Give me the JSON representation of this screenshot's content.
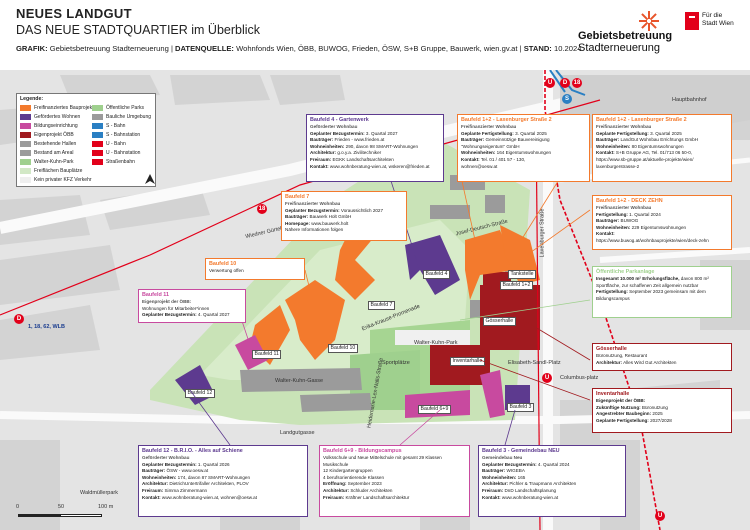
{
  "header": {
    "title": "NEUES LANDGUT",
    "subtitle": "DAS NEUE STADTQUARTIER im Überblick",
    "credit_grafik_label": "GRAFIK:",
    "credit_grafik_value": "Gebietsbetreuung Stadterneuerung",
    "credit_quelle_label": "DATENQUELLE:",
    "credit_quelle_value": "Wohnfonds Wien, ÖBB, BUWOG, Frieden, ÖSW, S+B Gruppe, Bauwerk, wien.gv.at",
    "credit_stand_label": "STAND:",
    "credit_stand_value": "10.2024"
  },
  "logo": {
    "line1": "Gebietsbetreuung",
    "line2": "Stadterneuerung",
    "city_line1": "Für die",
    "city_line2": "Stadt Wien"
  },
  "colors": {
    "frei": "#f37a2d",
    "gefoerdert": "#5d3a8f",
    "bildung": "#c84a9f",
    "oebb": "#a11a1f",
    "bestand": "#9b9b9b",
    "park": "#9fd08e",
    "freiflaechen": "#d2e8c6",
    "fahrverkehr": "#efefef",
    "sbahn": "#2a7fc3",
    "ubahn": "#e2001a",
    "strab": "#e2001a"
  },
  "legend": {
    "title": "Legende:",
    "col1": [
      {
        "label": "Freifinanziertes Bauprojekt",
        "key": "frei"
      },
      {
        "label": "Gefördertes Wohnen",
        "key": "gefoerdert"
      },
      {
        "label": "Bildungseinrichtung",
        "key": "bildung"
      },
      {
        "label": "Eigenprojekt ÖBB",
        "key": "oebb"
      },
      {
        "label": "Bestehende Hallen",
        "key": "bestand"
      },
      {
        "label": "Bestand am Areal",
        "key": "bestand"
      },
      {
        "label": "Walter-Kuhn-Park",
        "key": "park"
      },
      {
        "label": "Freiflächen Bauplätze",
        "key": "freiflaechen"
      },
      {
        "label": "Kein privater KFZ Verkehr",
        "key": "fahrverkehr"
      }
    ],
    "col2": [
      {
        "label": "Öffentliche Parks",
        "key": "park"
      },
      {
        "label": "Bauliche Umgebung",
        "key": "bestand"
      },
      {
        "label": "S - Bahn",
        "key": "sbahn"
      },
      {
        "label": "S - Bahnstation",
        "key": "sbahn"
      },
      {
        "label": "U - Bahn",
        "key": "ubahn"
      },
      {
        "label": "U - Bahnstation",
        "key": "ubahn"
      },
      {
        "label": "Straßenbahn",
        "key": "strab"
      }
    ]
  },
  "map_labels": {
    "hauptbahnhof": "Hauptbahnhof",
    "wiedner_guertel": "Wiedner Gürtel",
    "laxenburger": "Laxenburger Straße",
    "josef_deutsch": "Josef-Deutsch-Straße",
    "walter_kuhn_gasse": "Walter-Kuhn-Gasse",
    "helene_klein": "Heidemarie-Lex-Nalis-Straße",
    "favoritner_platz": "Erika-Krause-Promenade",
    "elisabeth": "Elisabeth-Sandl-Platz",
    "landgutgasse": "Landgutgasse",
    "columbus": "Columbus-platz",
    "waldmuellerpark": "Waldmüllerpark",
    "sportplaetze": "Sportplätze",
    "walter_kuhn_park": "Walter-Kuhn-Park",
    "tram_line": "18",
    "tram_lines": "1, 18, 62, WLB",
    "tram_d": "D",
    "s_label": "S",
    "u_label": "U"
  },
  "building_labels": {
    "b1": "Baufeld 1+2",
    "b4": "Baufeld 4",
    "b7": "Baufeld 7",
    "b10": "Baufeld 10",
    "b11": "Baufeld 11",
    "b12": "Baufeld 12",
    "b3": "Baufeld 3",
    "b69": "Baufeld 6+9",
    "tankstelle": "Tankstelle",
    "goesserhalle": "Gösserhalle",
    "inventarhalle": "Inventarhalle"
  },
  "boxes": {
    "b4": {
      "title": "Baufeld 4 - Gartenwerk",
      "sub": "Geförderter Wohnbau",
      "lines": [
        [
          "Geplanter Bezugstermin:",
          " 3. Quartal 2027"
        ],
        [
          "Bauträger:",
          " Frieden - www.frieden.at"
        ],
        [
          "Wohneinheiten:",
          " 290, davon 98 SMART-Wohnungen"
        ],
        [
          "Architektur:",
          " g.o.y.a. Zivilitechniker"
        ],
        [
          "Freiraum:",
          " EGKK Landschaftsarchitekten"
        ],
        [
          "Kontakt:",
          " www.wohnberatung-wien.at, wskeren@frieden.at"
        ]
      ]
    },
    "b12lax": {
      "title": "Baufeld 1+2 - Laxenburger Straße 2",
      "sub": "Freifinanzierter Wohnbau",
      "lines": [
        [
          "Geplante Fertigstellung:",
          " 3. Quartal 2025"
        ],
        [
          "Bauträger:",
          " Gemeinnützige Bauvereinigung"
        ],
        [
          "",
          "\"Wohnungseigentum\" GmbH"
        ],
        [
          "Wohneinheiten:",
          " 164 Eigentumswohnungen"
        ],
        [
          "Kontakt:",
          " Tel. 01 / 401 57 - 130,"
        ],
        [
          "",
          "wohnen@oesw.at"
        ]
      ]
    },
    "b12lax3": {
      "title": "Baufeld 1+2 - Laxenburger Straße 2",
      "sub": "Freifinanzierter Wohnbau",
      "lines": [
        [
          "Geplante Fertigstellung:",
          " 3. Quartal 2025"
        ],
        [
          "Bauträger:",
          " LandGut Wohnbau Errichtungs GmbH"
        ],
        [
          "Wohneinheiten:",
          " 80 Eigentumswohnungen"
        ],
        [
          "Kontakt:",
          " S+B Gruppe AG, Tel. 01/713 06 50-0,"
        ],
        [
          "",
          "https://www.sb-gruppe.at/aktuelle-projekte/wien/"
        ],
        [
          "",
          "laxenburgerstrasse-2"
        ]
      ]
    },
    "bdeck": {
      "title": "Baufeld 1+2 - DECK ZEHN",
      "sub": "Freifinanzierter Wohnbau",
      "lines": [
        [
          "Fertigstellung:",
          " 1. Quartal 2024"
        ],
        [
          "Bauträger:",
          " BUWOG"
        ],
        [
          "Wohneinheiten:",
          " 229 Eigentumswohnungen"
        ],
        [
          "Kontakt:",
          ""
        ],
        [
          "",
          "https://www.buwog.at/wohnbauprojekte/wien/deck-zehn"
        ]
      ]
    },
    "b7": {
      "title": "Baufeld 7",
      "sub": "Freifinanzierter Wohnbau",
      "lines": [
        [
          "Geplanter Bezugstermin:",
          " Voraussichtlich 2027"
        ],
        [
          "Bauträger:",
          " Bauwerk Holt GmbH"
        ],
        [
          "Homepage:",
          " www.bauwerk.holt"
        ],
        [
          "",
          "Nähere Informationen folgen"
        ]
      ]
    },
    "b10": {
      "title": "Baufeld 10",
      "sub": "",
      "lines": [
        [
          "",
          "Verwertung offen"
        ]
      ]
    },
    "b11": {
      "title": "Baufeld 11",
      "sub": "Eigenprojekt der ÖBB:",
      "lines": [
        [
          "",
          "Wohnungen für Mitarbeiter*innen"
        ],
        [
          "Geplanter Bezugstermin:",
          " 4. Quartal 2027"
        ]
      ]
    },
    "park": {
      "title": "Öffentliche Parkanlage",
      "sub": "",
      "lines": [
        [
          "Insgesamt 10.000 m² Erholungsfläche,",
          " davon 800 m²"
        ],
        [
          "",
          "Sportfläche, zur schaffenen Zeit allgemein nutzbar"
        ],
        [
          "Fertigstellung:",
          " September 2023 gemeinsam mit dem"
        ],
        [
          "",
          "Bildungscampus"
        ]
      ]
    },
    "goesser": {
      "title": "Gösserhalle",
      "sub": "",
      "lines": [
        [
          "",
          "Büronutzung, Restaurant"
        ],
        [
          "Architektur:",
          " Alles Wird Gut Architekten"
        ]
      ]
    },
    "inventar": {
      "title": "Inventarhalle",
      "sub": "",
      "lines": [
        [
          "Eigenprojekt der ÖBB:",
          ""
        ],
        [
          "Zukünftige Nutzung:",
          " Büronutzung"
        ],
        [
          "Angestrebter Baubeginn:",
          " 2025"
        ],
        [
          "Geplante Fertigstellung:",
          " 2027/2028"
        ]
      ]
    },
    "b12brio": {
      "title": "Baufeld 12 - B.R.I.O. - Alles auf Schiene",
      "sub": "Geförderter Wohnbau",
      "lines": [
        [
          "Geplanter Bezugstermin:",
          " 1. Quartal 2026"
        ],
        [
          "Bauträger:",
          " ÖSW - www.oesw.at"
        ],
        [
          "Wohneinheiten:",
          " 174, davon 87 SMART-Wohnungen"
        ],
        [
          "Architektur:",
          " DietrichUntertrifaller Architekten, PLOV"
        ],
        [
          "Freiraum:",
          " Simma Zimmermann"
        ],
        [
          "Kontakt:",
          " www.wohnberatung-wien.at, wohnen@oesw.at"
        ]
      ]
    },
    "b69": {
      "title": "Baufeld 6+9 - Bildungscampus",
      "sub": "",
      "lines": [
        [
          "",
          "Volksschule und Neue Mittelschule mit gesamt 29 Klassen"
        ],
        [
          "",
          "Musikschule"
        ],
        [
          "",
          "12 Kindergartengruppen"
        ],
        [
          "",
          "4 berufsorientierende Klassen"
        ],
        [
          "Eröffnung:",
          " September 2023"
        ],
        [
          "Architektur:",
          " Schluder Architekten"
        ],
        [
          "Freiraum:",
          " Kräftner Landschaftsarchitektur"
        ]
      ]
    },
    "b3": {
      "title": "Baufeld 3 - Gemeindebau NEU",
      "sub": "Gemeindebau Neu",
      "lines": [
        [
          "Geplanter Bezugstermin:",
          " 4. Quartal 2024"
        ],
        [
          "Bauträger:",
          " WIGEBA"
        ],
        [
          "Wohneinheiten:",
          " 165"
        ],
        [
          "Architektur:",
          " Pichler & Traupmann Architekten"
        ],
        [
          "Freiraum:",
          " DnD Landschaftsplanung"
        ],
        [
          "Kontakt:",
          " www.wohnberatung-wien.at"
        ]
      ]
    }
  },
  "scale": {
    "zero": "0",
    "mid": "50",
    "max": "100 m"
  }
}
